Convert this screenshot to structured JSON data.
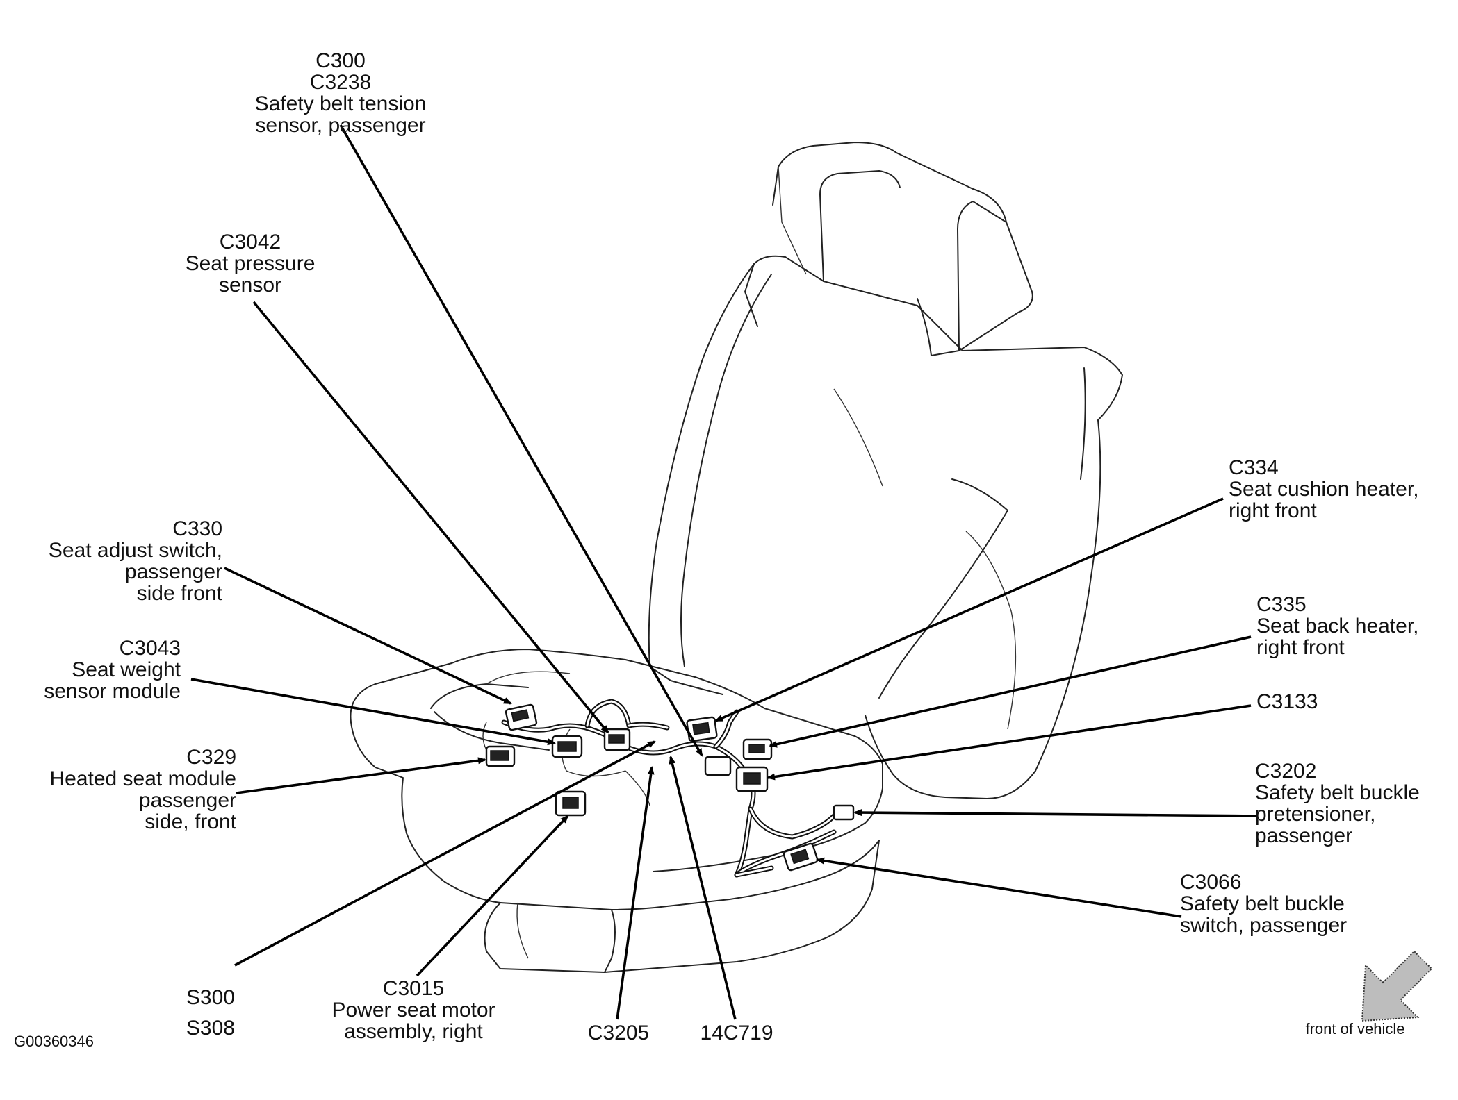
{
  "figure_id": "G00360346",
  "orientation_label": "front of vehicle",
  "colors": {
    "line": "#000000",
    "background": "#ffffff",
    "arrow_fill": "#bdbdbd"
  },
  "callouts": {
    "c300": {
      "lines": [
        "C300",
        "C3238",
        "Safety belt tension",
        "sensor, passenger"
      ]
    },
    "c3042": {
      "lines": [
        "C3042",
        "Seat pressure",
        "sensor"
      ]
    },
    "c330": {
      "lines": [
        "C330",
        "Seat adjust switch,",
        "passenger",
        "side front"
      ]
    },
    "c3043": {
      "lines": [
        "C3043",
        "Seat weight",
        "sensor module"
      ]
    },
    "c329": {
      "lines": [
        "C329",
        "Heated seat module",
        "passenger",
        "side, front"
      ]
    },
    "s300": {
      "lines": [
        "S300",
        "S308"
      ]
    },
    "c3015": {
      "lines": [
        "C3015",
        "Power seat motor",
        "assembly, right"
      ]
    },
    "c3205": {
      "lines": [
        "C3205"
      ]
    },
    "c14c719": {
      "lines": [
        "14C719"
      ]
    },
    "c334": {
      "lines": [
        "C334",
        "Seat cushion heater,",
        "right front"
      ]
    },
    "c335": {
      "lines": [
        "C335",
        "Seat back heater,",
        "right front"
      ]
    },
    "c3133": {
      "lines": [
        "C3133"
      ]
    },
    "c3202": {
      "lines": [
        "C3202",
        "Safety belt buckle",
        "pretensioner,",
        "passenger"
      ]
    },
    "c3066": {
      "lines": [
        "C3066",
        "Safety belt buckle",
        "switch, passenger"
      ]
    }
  }
}
